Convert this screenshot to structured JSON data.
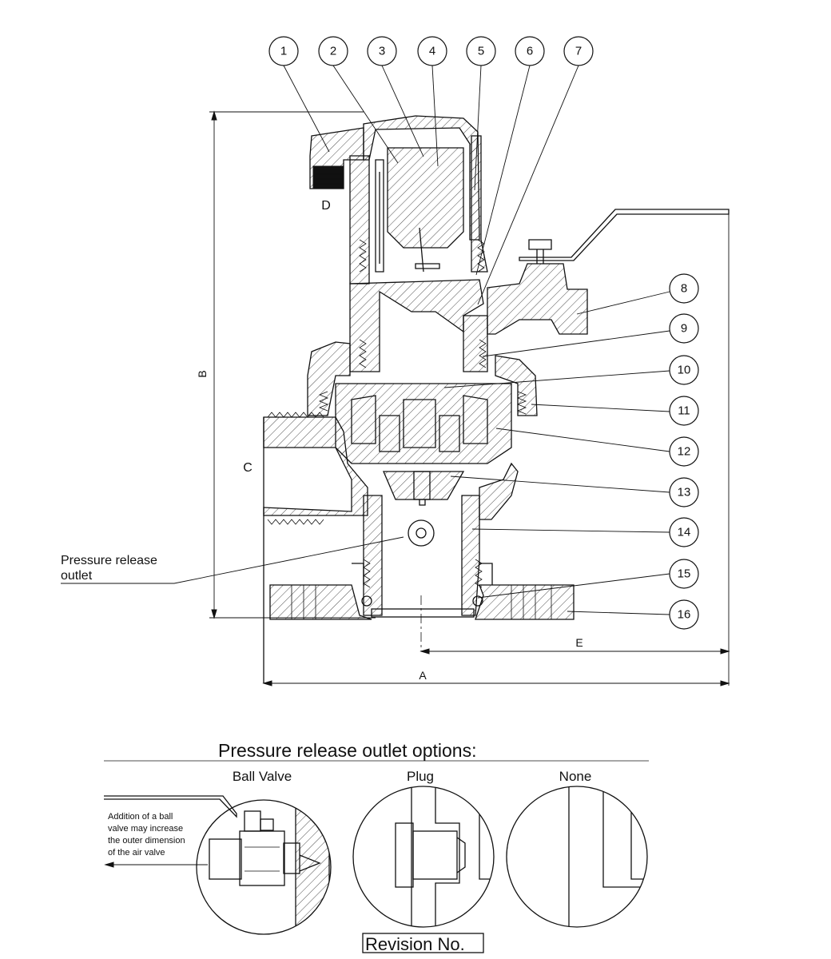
{
  "diagram": {
    "balloons": [
      "1",
      "2",
      "3",
      "4",
      "5",
      "6",
      "7",
      "8",
      "9",
      "10",
      "11",
      "12",
      "13",
      "14",
      "15",
      "16"
    ],
    "dimensions": {
      "a": "A",
      "b": "B",
      "c": "C",
      "d": "D",
      "e": "E"
    },
    "callout": {
      "line1": "Pressure release",
      "line2": "outlet"
    }
  },
  "options": {
    "title": "Pressure release outlet options:",
    "ball_valve": "Ball Valve",
    "plug": "Plug",
    "none": "None",
    "note_lines": [
      "Addition of a ball",
      "valve may increase",
      "the outer dimension",
      "of the air valve"
    ]
  },
  "revision": "Revision No."
}
